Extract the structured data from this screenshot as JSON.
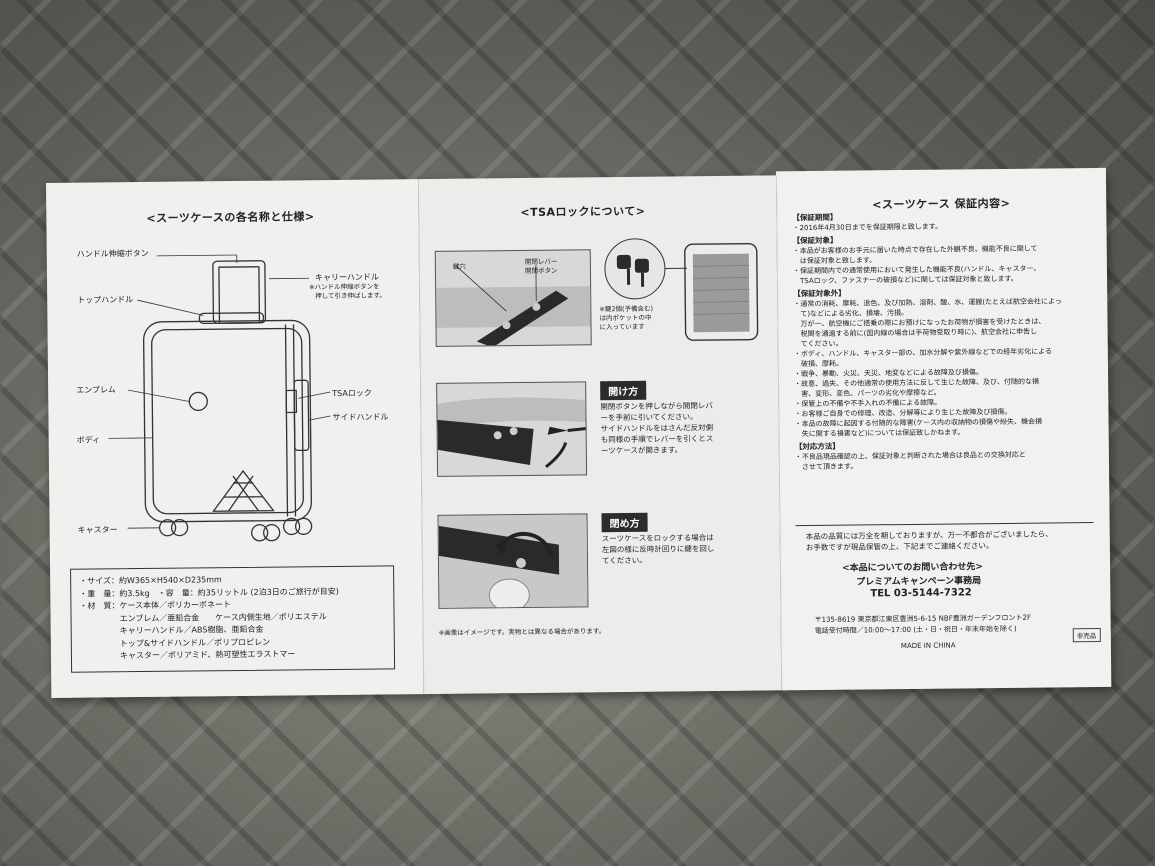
{
  "panel1": {
    "title": "<スーツケースの各名称と仕様>",
    "labels": {
      "handle_button": "ハンドル伸縮ボタン",
      "carry_handle": "キャリーハンドル",
      "carry_note_1": "※ハンドル伸縮ボタンを",
      "carry_note_2": "押して引き伸ばします。",
      "top_handle": "トップハンドル",
      "emblem": "エンブレム",
      "tsa_lock": "TSAロック",
      "body": "ボディ",
      "side_handle": "サイドハンドル",
      "caster": "キャスター"
    },
    "specs": [
      "・サイズ：約W365×H540×D235mm",
      "・重　量：約3.5kg　・容　量：約35リットル (2泊3日のご旅行が目安)",
      "・材　質：ケース本体／ポリカーボネート",
      "　　　　　エンブレム／亜鉛合金　　ケース内側生地／ポリエステル",
      "　　　　　キャリーハンドル／ABS樹脂、亜鉛合金",
      "　　　　　トップ&サイドハンドル／ポリプロピレン",
      "　　　　　キャスター／ポリアミド、熱可塑性エラストマー"
    ]
  },
  "panel2": {
    "title": "<TSAロックについて>",
    "fig_labels": {
      "keyhole": "鍵穴",
      "lever": "開閉レバー",
      "open_button": "開閉ボタン"
    },
    "key_note": [
      "※鍵2個(予備含む)",
      "は内ポケットの中",
      "に入っています"
    ],
    "open": {
      "heading": "開け方",
      "lines": [
        "開閉ボタンを押しながら開閉レバ",
        "ーを手前に引いてください。",
        "サイドハンドルをはさんだ反対側",
        "も同様の手順でレバーを引くとス",
        "ーツケースが開きます。"
      ]
    },
    "close": {
      "heading": "閉め方",
      "lines": [
        "スーツケースをロックする場合は",
        "左図の様に反時計回りに鍵を回し",
        "てください。"
      ]
    },
    "footnote": "※画像はイメージです。実物とは異なる場合があります。"
  },
  "panel3": {
    "title": "<スーツケース 保証内容>",
    "sections": [
      {
        "heading": "【保証期間】",
        "lines": [
          "・2016年4月30日までを保証期限と致します。"
        ]
      },
      {
        "heading": "【保証対象】",
        "lines": [
          "・本品がお客様のお手元に届いた時点で存在した外観不良、機能不良に関して",
          "　は保証対象と致します。",
          "・保証期間内での通常使用において発生した機能不良(ハンドル、キャスター、",
          "　TSAロック、ファスナーの破損など)に関しては保証対象と致します。"
        ]
      },
      {
        "heading": "【保証対象外】",
        "lines": [
          "・通常の消耗、摩耗、退色、及び加熱、溶剤、酸、水、運搬(たとえば航空会社によっ",
          "　て)などによる劣化、損壊、汚損。",
          "　万が一、航空機にご搭乗の際にお預けになったお荷物が損害を受けたときは、",
          "　税関を通過する前に(国内線の場合は手荷物受取り時に)、航空会社に申告し",
          "　てください。",
          "・ボディ、ハンドル、キャスター部の、加水分解や紫外線などでの経年劣化による",
          "　破損、摩耗。",
          "・戦争、暴動、火災、天災、地変などによる故障及び損傷。",
          "・故意、過失、その他通常の使用方法に反して生じた故障、及び、付随的な損",
          "　害、変形、変色、パーツの劣化や摩擦など。",
          "・保管上の不備や不手入れの不備による故障。",
          "・お客様ご自身での修理、改造、分解等により生じた故障及び損傷。",
          "・本品の故障に起因する付随的な障害(ケース内の収納物の損傷や紛失、機会損",
          "　失に関する損害など)については保証致しかねます。"
        ]
      },
      {
        "heading": "【対応方法】",
        "lines": [
          "・不良品現品確認の上、保証対象と判断された場合は良品との交換対応と",
          "　させて頂きます。"
        ]
      }
    ],
    "notice": [
      "本品の品質には万全を期しておりますが、万一不都合がございましたら、",
      "お手数ですが現品保管の上、下記までご連絡ください。"
    ],
    "contact_title": "<本品についてのお問い合わせ先>",
    "contact_office": "プレミアムキャンペーン事務局",
    "contact_tel": "TEL 03-5144-7322",
    "address": "〒135-8619 東京都江東区豊洲5-6-15 NBF豊洲ガーデンフロント2F",
    "hours": "電話受付時間／10:00～17:00 (土・日・祝日・年末年始を除く)",
    "made_in": "MADE IN CHINA",
    "badge": "非売品"
  }
}
